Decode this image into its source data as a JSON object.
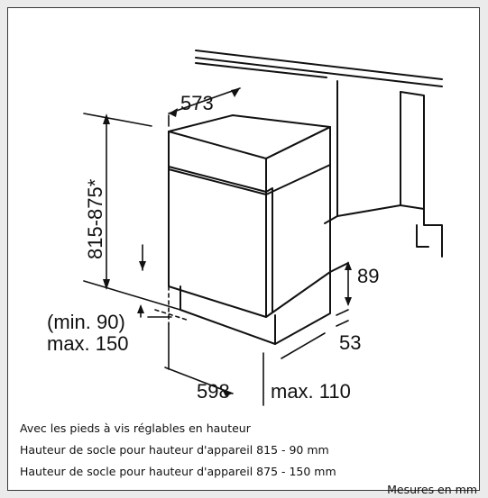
{
  "dimensions": {
    "depth": "573",
    "height_range": "815-875*",
    "plinth_depth": "89",
    "recess": "53",
    "plinth_height": "(min. 90)\nmax. 150",
    "width": "598",
    "max_side": "max. 110"
  },
  "notes": [
    "Avec les pieds à vis réglables en hauteur",
    "Hauteur de socle pour hauteur d'appareil 815 - 90 mm",
    "Hauteur de socle pour hauteur d'appareil 875 - 150 mm"
  ],
  "unit_label": "Mesures en mm",
  "colors": {
    "line": "#111111",
    "frame_bg": "#ebebeb",
    "panel_bg": "#ffffff"
  }
}
